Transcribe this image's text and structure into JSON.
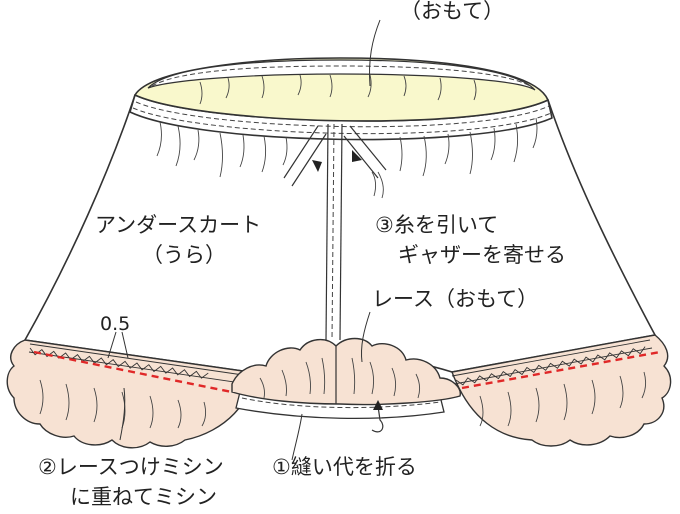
{
  "labels": {
    "omote_top": "（おもて）",
    "underskirt_line1": "アンダースカート",
    "underskirt_line2": "（うら）",
    "step3_line1": "③糸を引いて",
    "step3_line2": "ギャザーを寄せる",
    "lace_omote": "レース（おもて）",
    "measure": "0.5",
    "step1": "①縫い代を折る",
    "step2_line1": "②レースつけミシン",
    "step2_line2": "に重ねてミシン"
  },
  "colors": {
    "waistband_inner": "#f9f8cc",
    "lace_fill": "#f7e2d3",
    "stitch_red": "#e02828",
    "outline": "#333333"
  }
}
